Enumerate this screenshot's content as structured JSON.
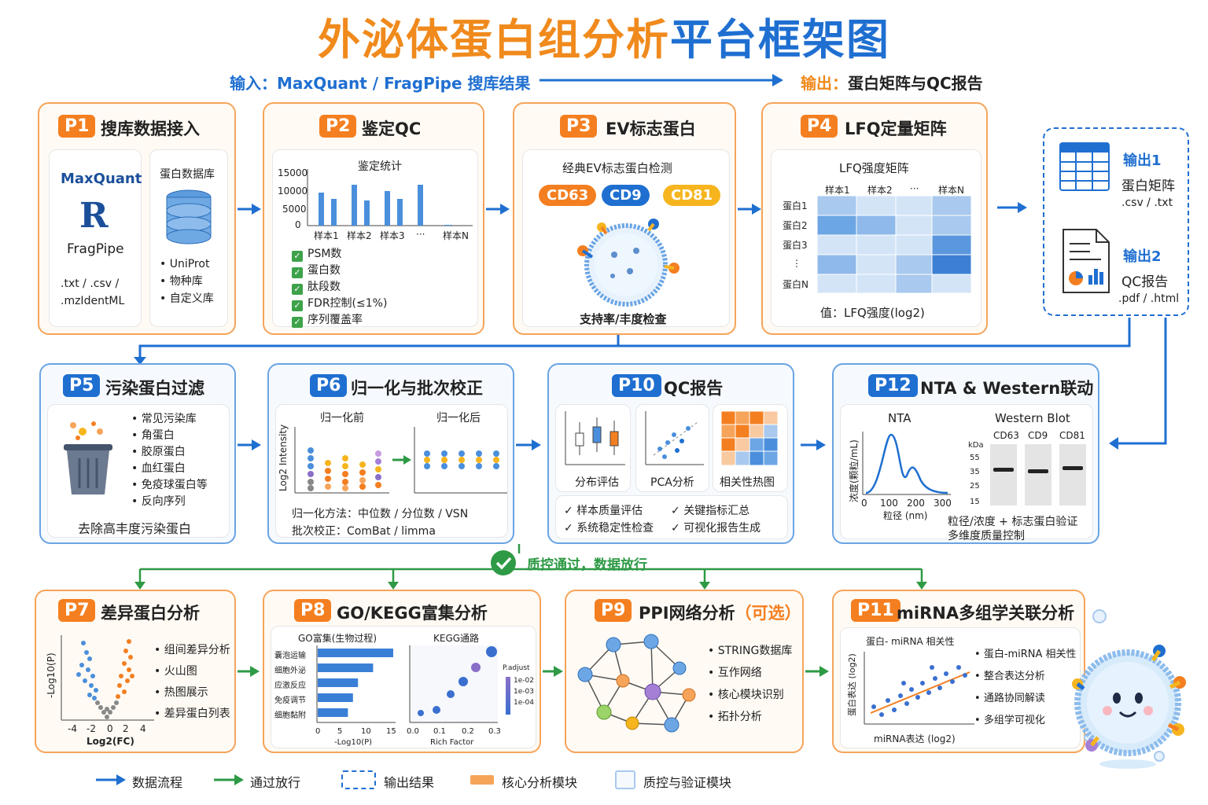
{
  "title": {
    "part1": "外泌体蛋白组分析",
    "part2": "平台框架图"
  },
  "io": {
    "input": "输入：MaxQuant / FragPipe 搜库结果",
    "output_label": "输出：",
    "output": "蛋白矩阵与QC报告"
  },
  "p1": {
    "badge": "P1",
    "title": "搜库数据接入",
    "maxquant": "MaxQuant",
    "fragpipe": "FragPipe",
    "formats1": ".txt / .csv /",
    "formats2": ".mzIdentML",
    "db_title": "蛋白数据库",
    "db_items": [
      "UniProt",
      "物种库",
      "自定义库"
    ]
  },
  "p2": {
    "badge": "P2",
    "title": "鉴定QC",
    "chart_title": "鉴定统计",
    "yticks": [
      "15000",
      "10000",
      "5000",
      "0"
    ],
    "xlabels": [
      "样本1",
      "样本2",
      "样本3",
      "···",
      "样本N"
    ],
    "checks": [
      "PSM数",
      "蛋白数",
      "肽段数",
      "FDR控制(≤1%)",
      "序列覆盖率"
    ]
  },
  "p3": {
    "badge": "P3",
    "title": "EV标志蛋白",
    "subtitle": "经典EV标志蛋白检测",
    "markers": [
      "CD63",
      "CD9",
      "CD81"
    ],
    "footer": "支持率/丰度检查"
  },
  "p4": {
    "badge": "P4",
    "title": "LFQ定量矩阵",
    "subtitle": "LFQ强度矩阵",
    "cols": [
      "样本1",
      "样本2",
      "···",
      "样本N"
    ],
    "rows": [
      "蛋白1",
      "蛋白2",
      "蛋白3",
      "⋮",
      "蛋白N"
    ],
    "footer": "值：LFQ强度(log2)"
  },
  "out": {
    "o1_label": "输出1",
    "o1_name": "蛋白矩阵",
    "o1_fmt": ".csv / .txt",
    "o2_label": "输出2",
    "o2_name": "QC报告",
    "o2_fmt": ".pdf / .html"
  },
  "p5": {
    "badge": "P5",
    "title": "污染蛋白过滤",
    "items": [
      "常见污染库",
      "角蛋白",
      "胶原蛋白",
      "血红蛋白",
      "免疫球蛋白等",
      "反向序列"
    ],
    "footer": "去除高丰度污染蛋白"
  },
  "p6": {
    "badge": "P6",
    "title": "归一化与批次校正",
    "before": "归一化前",
    "after": "归一化后",
    "ylabel": "Log2 Intensity",
    "method": "归一化方法：中位数 / 分位数 / VSN",
    "batch": "批次校正：ComBat / limma"
  },
  "p10": {
    "badge": "P10",
    "title": "QC报告",
    "plots": [
      "分布评估",
      "PCA分析",
      "相关性热图"
    ],
    "checks": [
      "样本质量评估",
      "关键指标汇总",
      "系统稳定性检查",
      "可视化报告生成"
    ]
  },
  "p12": {
    "badge": "P12",
    "title": "NTA & Western联动",
    "nta": "NTA",
    "wb": "Western Blot",
    "nta_ylabel": "浓度(颗粒/mL)",
    "nta_xlabel": "粒径 (nm)",
    "nta_xticks": [
      "0",
      "100",
      "200",
      "300"
    ],
    "wb_cols": [
      "CD63",
      "CD9",
      "CD81"
    ],
    "kda": [
      "kDa",
      "55",
      "35",
      "25",
      "15"
    ],
    "footer1": "粒径/浓度 + 标志蛋白验证",
    "footer2": "多维度质量控制"
  },
  "pass": "质控通过，数据放行",
  "p7": {
    "badge": "P7",
    "title": "差异蛋白分析",
    "ylabel": "-Log10(P)",
    "xlabel": "Log2(FC)",
    "xticks": [
      "-4",
      "-2",
      "0",
      "2",
      "4"
    ],
    "items": [
      "组间差异分析",
      "火山图",
      "热图展示",
      "差异蛋白列表"
    ]
  },
  "p8": {
    "badge": "P8",
    "title": "GO/KEGG富集分析",
    "go_title": "GO富集(生物过程)",
    "go_terms": [
      "囊泡运输",
      "细胞外泌",
      "应激反应",
      "免疫调节",
      "细胞黏附"
    ],
    "go_values": [
      15,
      11,
      8,
      7,
      6
    ],
    "go_xticks": [
      "0",
      "5",
      "10",
      "15"
    ],
    "go_xlabel": "-Log10(P)",
    "kegg_title": "KEGG通路",
    "kegg_xticks": [
      "0.0",
      "0.1",
      "0.2",
      "0.3"
    ],
    "kegg_xlabel": "Rich Factor",
    "padj": "P.adjust",
    "padj_ticks": [
      "1e-02",
      "1e-03",
      "1e-04"
    ]
  },
  "p9": {
    "badge": "P9",
    "title": "PPI网络分析",
    "optional": "（可选）",
    "items": [
      "STRING数据库",
      "互作网络",
      "核心模块识别",
      "拓扑分析"
    ]
  },
  "p11": {
    "badge": "P11",
    "title": "miRNA多组学关联分析",
    "chart_title": "蛋白- miRNA 相关性",
    "ylabel": "蛋白表达 (log2)",
    "xlabel": "miRNA表达 (log2)",
    "items": [
      "蛋白-miRNA 相关性",
      "整合表达分析",
      "通路协同解读",
      "多组学可视化"
    ]
  },
  "legend": [
    "数据流程",
    "通过放行",
    "输出结果",
    "核心分析模块",
    "质控与验证模块"
  ],
  "colors": {
    "orange": "#f47f20",
    "blue": "#1f6fd1",
    "green": "#2e9a45"
  }
}
